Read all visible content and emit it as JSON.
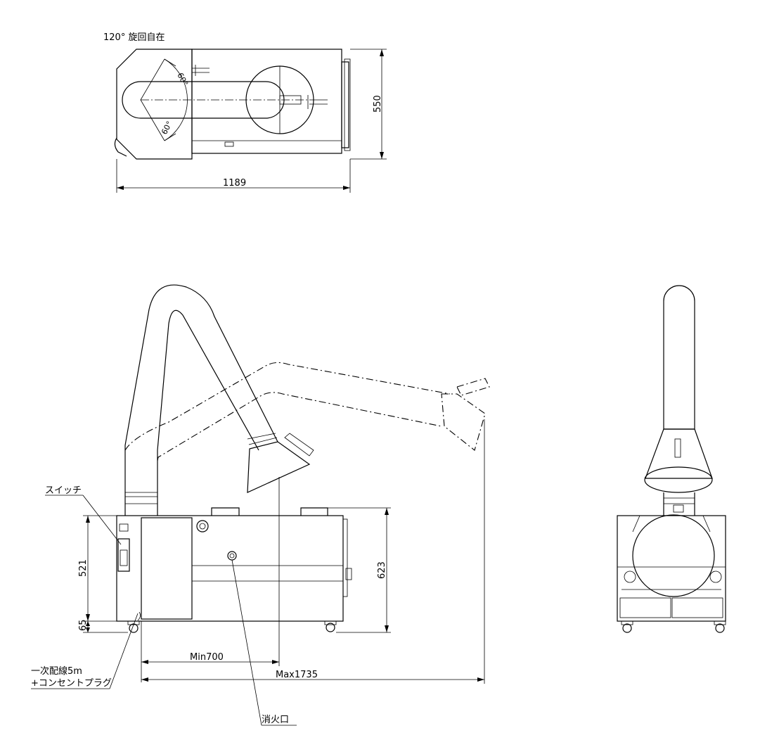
{
  "top_view": {
    "rotation_label": "120°  旋回自在",
    "angle_upper": "60°",
    "angle_lower": "60°",
    "width_dim": "550",
    "length_dim": "1189"
  },
  "side_view": {
    "switch_label": "スイッチ",
    "body_height_dim": "521",
    "caster_height_dim": "65",
    "overall_height_dim": "623",
    "min_reach_dim": "Min700",
    "max_reach_dim": "Max1735",
    "power_label_line1": "一次配線5m",
    "power_label_line2": "+コンセントプラグ",
    "extinguisher_label": "消火口"
  }
}
